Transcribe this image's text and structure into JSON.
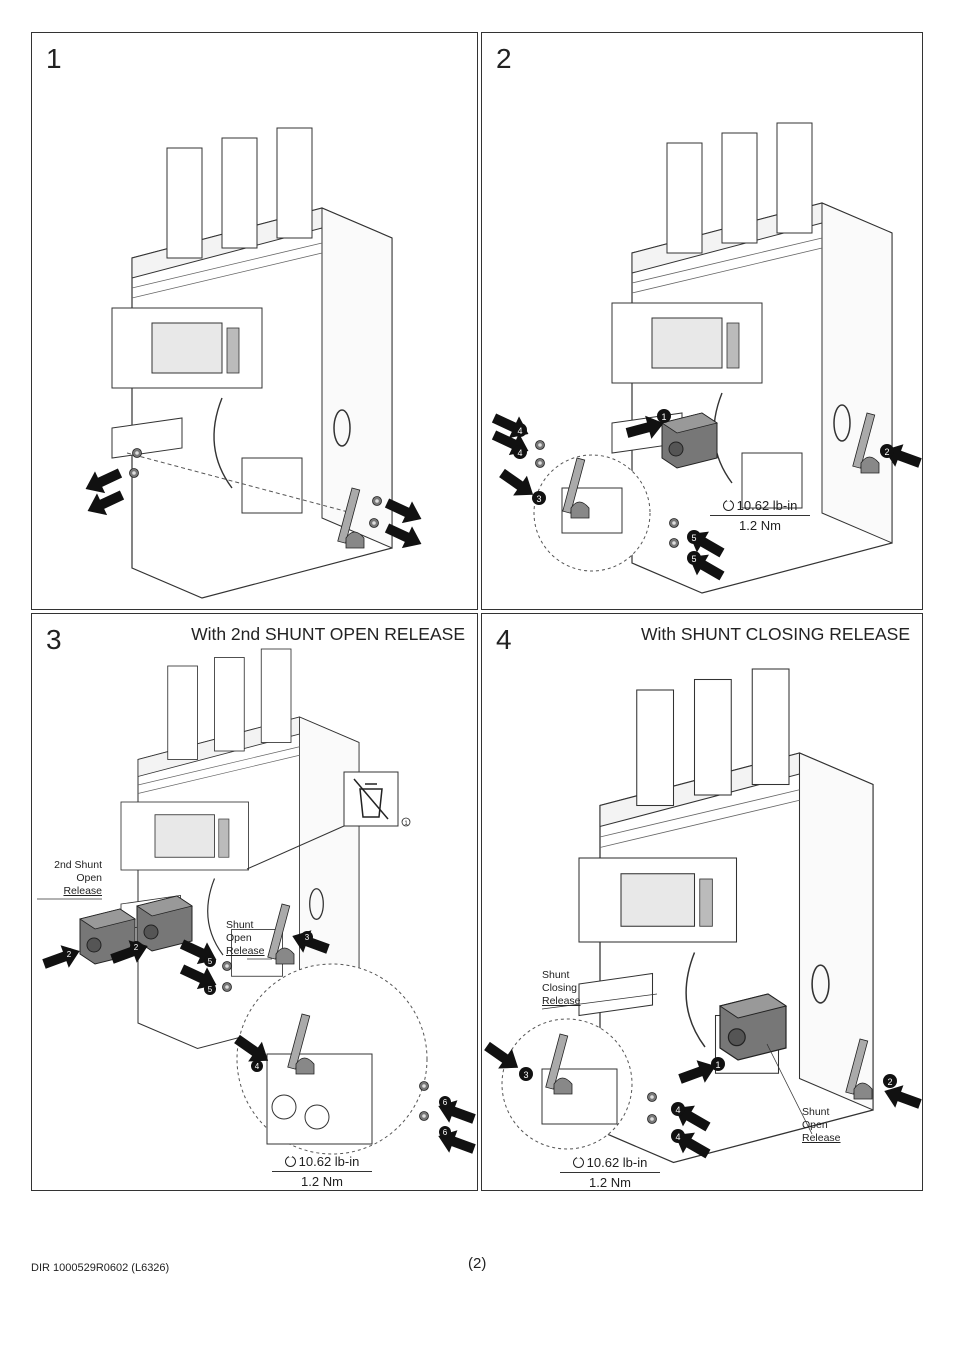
{
  "panels": [
    {
      "number": "1",
      "title": ""
    },
    {
      "number": "2",
      "title": ""
    },
    {
      "number": "3",
      "title": "With 2nd SHUNT OPEN RELEASE"
    },
    {
      "number": "4",
      "title": "With SHUNT CLOSING RELEASE"
    }
  ],
  "torque": {
    "imperial": "10.62 lb-in",
    "metric": "1.2 Nm"
  },
  "labels": {
    "second_shunt_open_release": [
      "2nd Shunt",
      "Open",
      "Release"
    ],
    "shunt_open_release": [
      "Shunt",
      "Open",
      "Release"
    ],
    "shunt_closing_release": [
      "Shunt",
      "Closing",
      "Release"
    ]
  },
  "callouts": {
    "p2": [
      "1",
      "2",
      "3",
      "4",
      "4",
      "5",
      "5"
    ],
    "p3": [
      "1",
      "2",
      "2",
      "3",
      "4",
      "5",
      "5",
      "6",
      "6"
    ],
    "p4": [
      "1",
      "2",
      "3",
      "4",
      "4"
    ]
  },
  "icons": {
    "discard": "trash-bin-icon",
    "torque": "torque-wrench-icon",
    "arrow": "direction-arrow-icon"
  },
  "footer": {
    "doc_id": "DIR 1000529R0602 (L6326)",
    "page": "(2)"
  }
}
